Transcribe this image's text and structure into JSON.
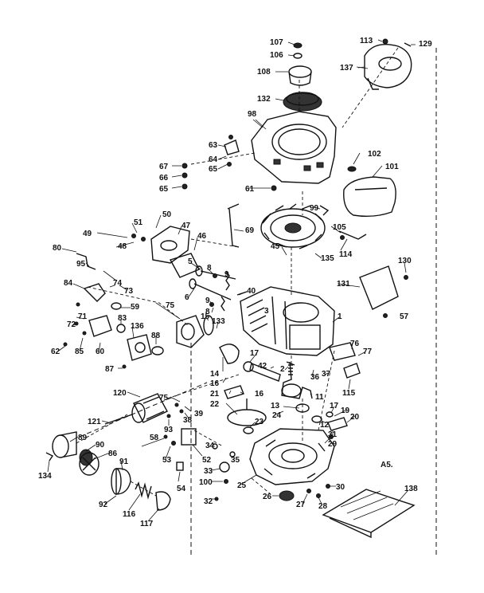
{
  "diagram": {
    "corner_mark": "A5.",
    "labels": [
      "107",
      "106",
      "108",
      "132",
      "113",
      "129",
      "137",
      "98",
      "63",
      "64",
      "65",
      "67",
      "66",
      "65",
      "102",
      "101",
      "61",
      "99",
      "105",
      "114",
      "49",
      "51",
      "50",
      "47",
      "48",
      "69",
      "46",
      "80",
      "95",
      "45",
      "135",
      "130",
      "131",
      "84",
      "74",
      "73",
      "5",
      "8",
      "9",
      "6",
      "9",
      "8",
      "40",
      "3",
      "59",
      "75",
      "72",
      "71",
      "62",
      "85",
      "60",
      "83",
      "136",
      "88",
      "57",
      "15",
      "133",
      "1",
      "76",
      "77",
      "87",
      "17",
      "42",
      "2",
      "36",
      "37",
      "115",
      "14",
      "16",
      "11",
      "16",
      "21",
      "22",
      "13",
      "24",
      "23",
      "120",
      "75",
      "121",
      "93",
      "39",
      "38",
      "89",
      "90",
      "86",
      "134",
      "91",
      "58",
      "53",
      "52",
      "34",
      "35",
      "33",
      "100",
      "25",
      "12",
      "17",
      "19",
      "20",
      "31",
      "29",
      "54",
      "32",
      "26",
      "30",
      "27",
      "28",
      "92",
      "116",
      "117",
      "138"
    ]
  }
}
